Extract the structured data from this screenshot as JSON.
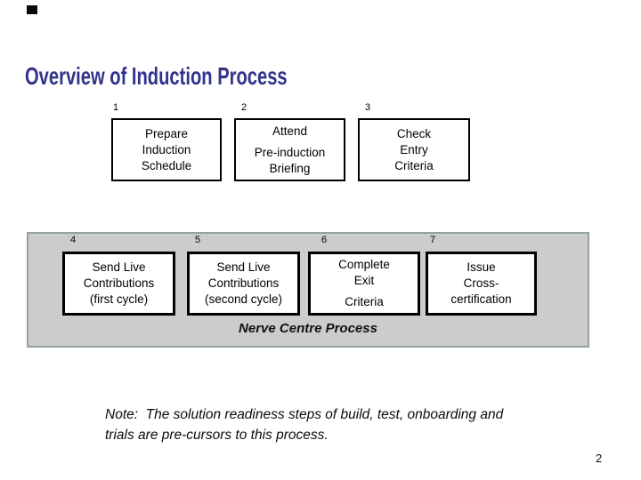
{
  "slide": {
    "title": "Overview of Induction Process",
    "page_number": "2",
    "note": {
      "line1": "Note:  The solution readiness steps of build, test, onboarding and",
      "line2": "trials are pre-cursors to this process."
    }
  },
  "colors": {
    "title": "#32338C",
    "band_fill": "#CCCCCC",
    "band_border": "#94A29F",
    "box_border": "#000000",
    "text": "#000000"
  },
  "process": {
    "band_label": "Nerve Centre Process",
    "top_row": [
      {
        "number": "1",
        "line1": "Prepare",
        "line2": "Induction",
        "line3": "Schedule"
      },
      {
        "number": "2",
        "line1": "Attend",
        "line2": "Pre-induction",
        "line3": "Briefing"
      },
      {
        "number": "3",
        "line1": "Check",
        "line2": "Entry",
        "line3": "Criteria"
      }
    ],
    "band_row": [
      {
        "number": "4",
        "line1": "Send Live",
        "line2": "Contributions",
        "line3": "(first cycle)"
      },
      {
        "number": "5",
        "line1": "Send Live",
        "line2": "Contributions",
        "line3": "(second cycle)"
      },
      {
        "number": "6",
        "line1": "Complete",
        "line2": "Exit",
        "line3": "Criteria"
      },
      {
        "number": "7",
        "line1": "Issue",
        "line2": "Cross-",
        "line3": "certification"
      }
    ]
  }
}
